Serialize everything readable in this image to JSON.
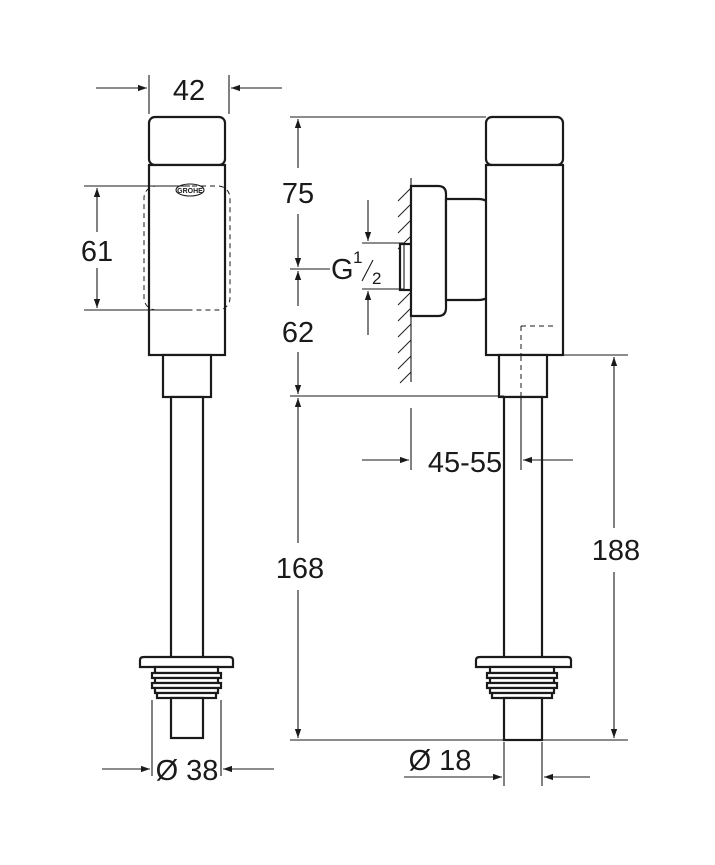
{
  "dimensions": {
    "width_top": "42",
    "lever_height": "61",
    "upper_height": "75",
    "lower_height": "62",
    "thread_main": "G",
    "thread_num": "1",
    "thread_den": "2",
    "wall_offset": "45-55",
    "pipe_length": "168",
    "total_length": "188",
    "diameter_large": "Ø 38",
    "diameter_small": "Ø 18"
  },
  "logo": {
    "text": "GROHE"
  }
}
